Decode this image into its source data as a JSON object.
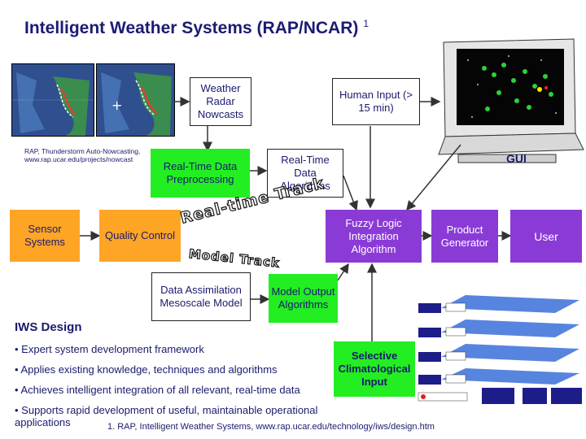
{
  "title": {
    "text": "Intelligent Weather Systems (RAP/NCAR)",
    "footnote_mark": "1"
  },
  "radar_reference": {
    "line1": "RAP, Thunderstorm Auto-Nowcasting,",
    "line2": "www.rap.ucar.edu/projects/nowcast"
  },
  "boxes": {
    "weather_radar": "Weather Radar Nowcasts",
    "human_input": "Human Input (> 15 min)",
    "gui": "GUI",
    "preprocessing": "Real-Time Data Preprocessing",
    "rt_algorithms": "Real-Time Data Algorithms",
    "sensor": "Sensor Systems",
    "quality": "Quality Control",
    "fuzzy": "Fuzzy Logic Integration Algorithm",
    "product": "Product Generator",
    "user": "User",
    "assimilation": "Data Assimilation Mesoscale Model",
    "model_output": "Model Output Algorithms",
    "climatological": "Selective Climatological Input"
  },
  "tracks": {
    "real_time": "Real-time Track",
    "model": "Model Track"
  },
  "iws_design": {
    "heading": "IWS Design",
    "bullets": [
      "• Expert system development framework",
      "• Applies existing knowledge, techniques and algorithms",
      "• Achieves intelligent integration of all relevant, real-time data",
      "• Supports rapid development of useful, maintainable operational applications"
    ]
  },
  "footnote": "1. RAP, Intelligent Weather Systems, www.rap.ucar.edu/technology/iws/design.htm",
  "colors": {
    "green": "#22ee22",
    "orange": "#ffa526",
    "purple": "#8a3bd6",
    "navy": "#1a1a6e"
  }
}
